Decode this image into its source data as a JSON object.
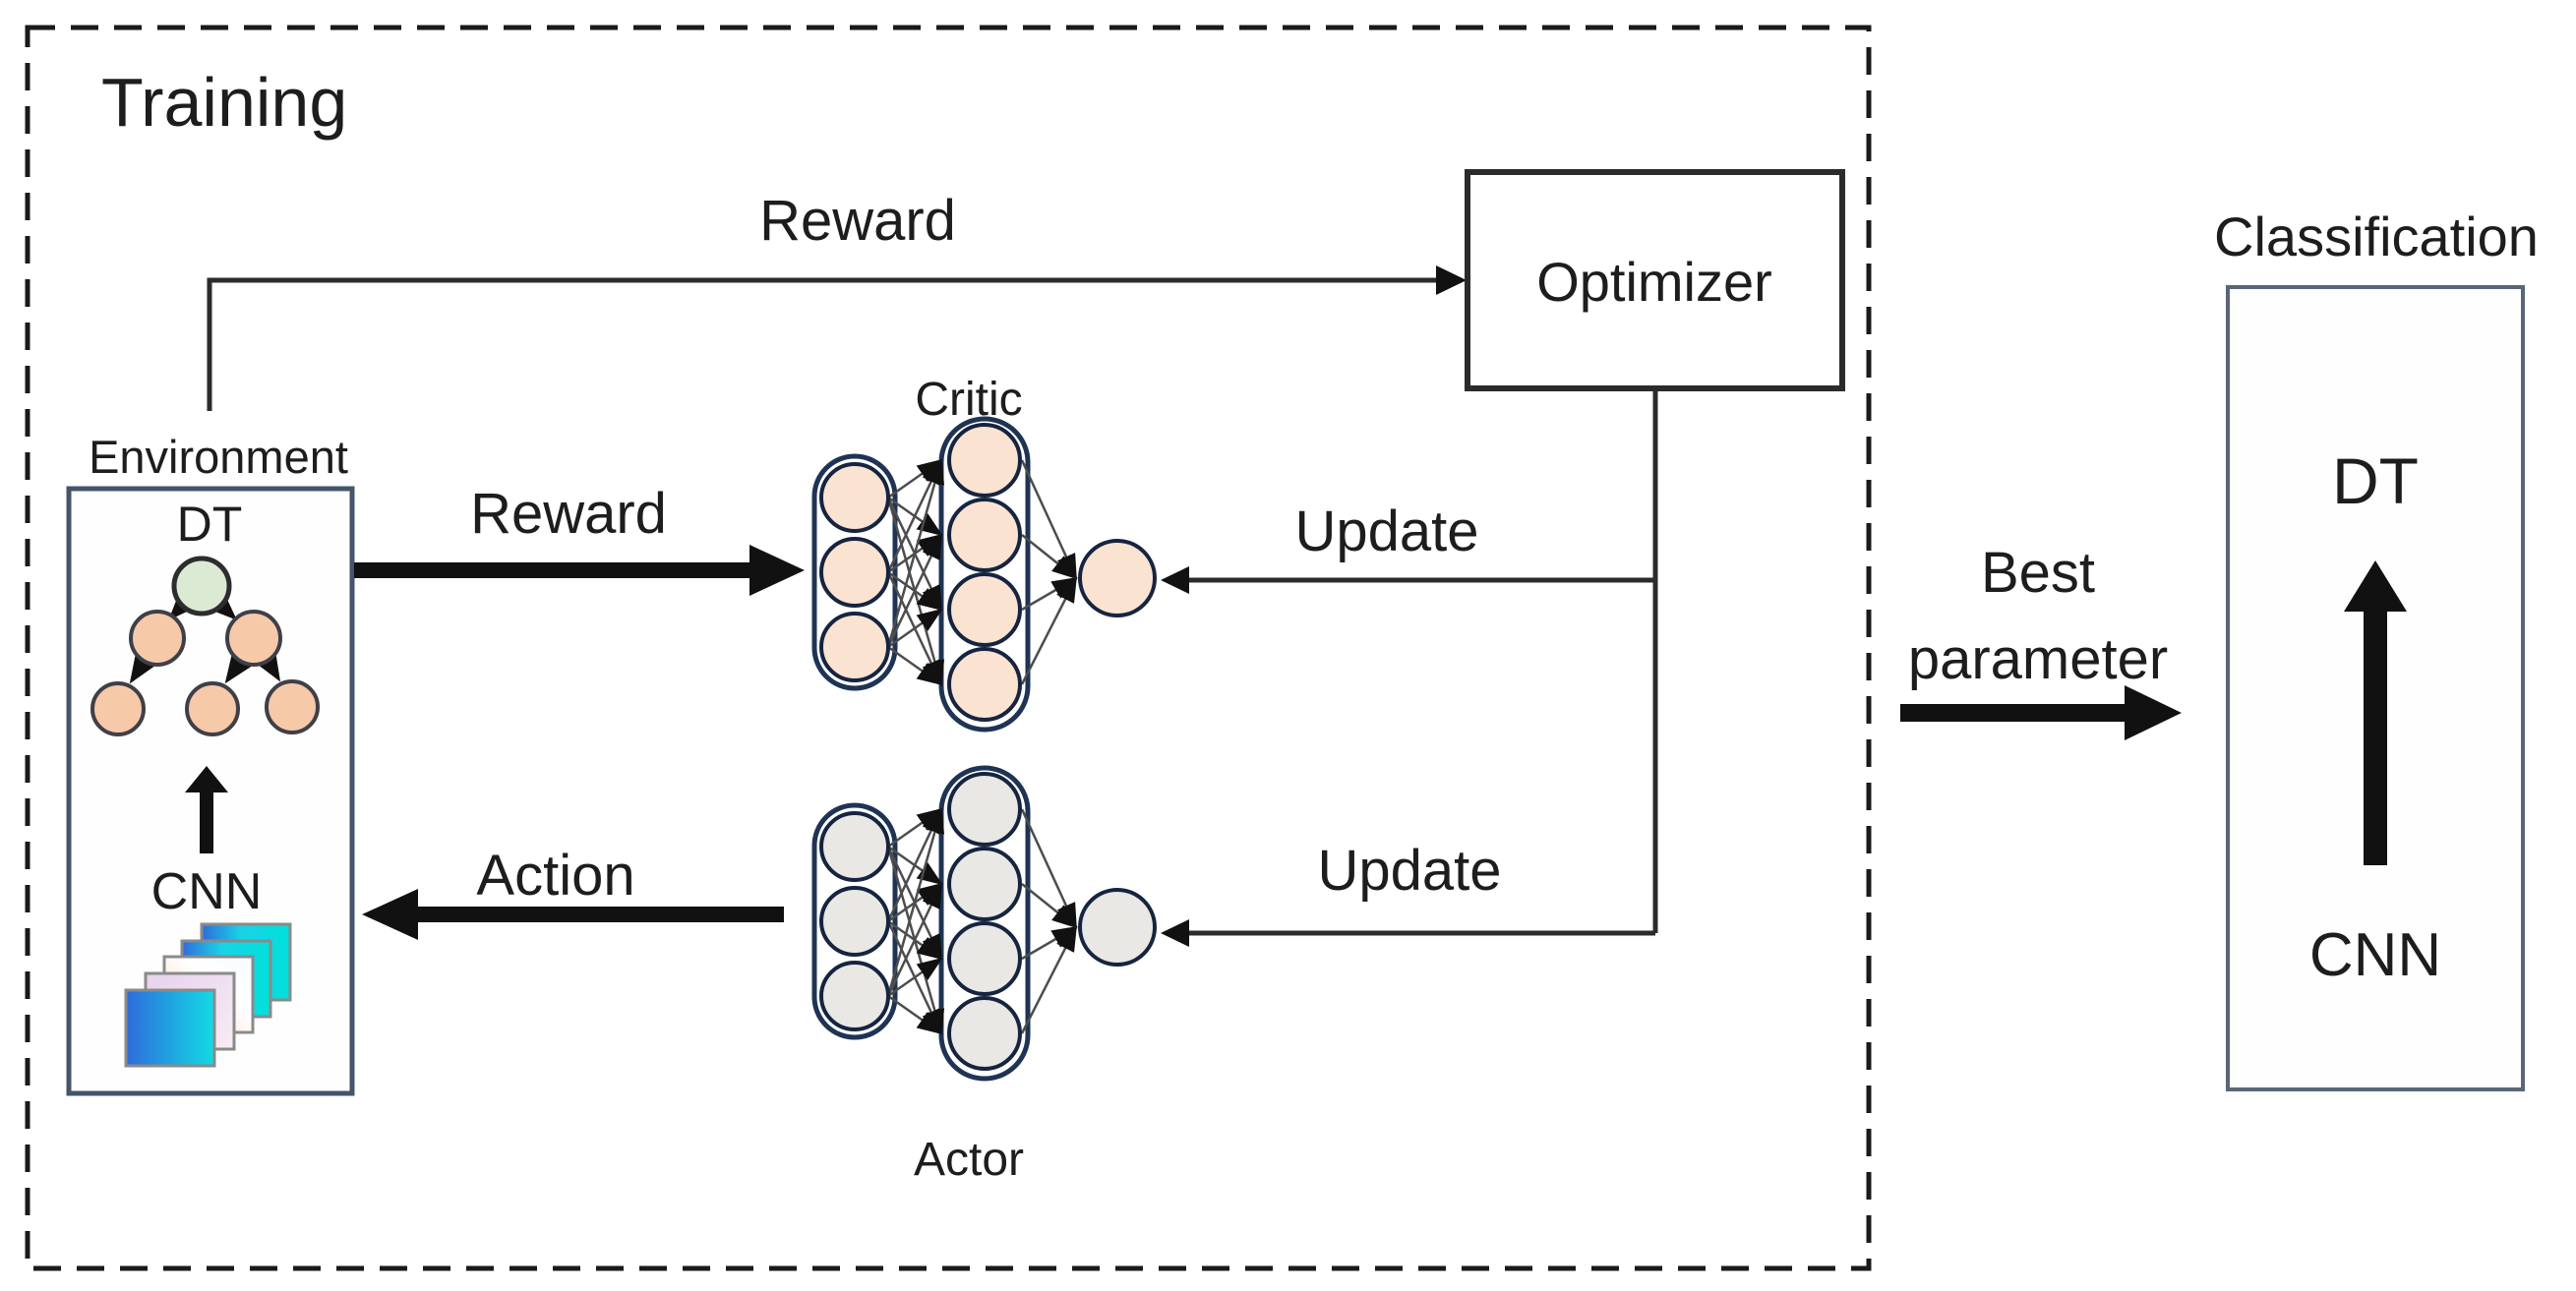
{
  "training": {
    "title": "Training",
    "reward_top_label": "Reward",
    "reward_mid_label": "Reward",
    "action_label": "Action",
    "update_critic_label": "Update",
    "update_actor_label": "Update",
    "optimizer_label": "Optimizer",
    "critic_label": "Critic",
    "actor_label": "Actor",
    "environment": {
      "label": "Environment",
      "dt_label": "DT",
      "cnn_label": "CNN"
    }
  },
  "transfer": {
    "best_parameter_line1": "Best",
    "best_parameter_line2": "parameter"
  },
  "classification": {
    "title": "Classification",
    "dt_label": "DT",
    "cnn_label": "CNN"
  },
  "colors": {
    "critic_node": "#fbe3d1",
    "actor_node": "#e9e8e4",
    "tree_root": "#dcead3",
    "tree_child": "#f6c9a8",
    "net_container_stroke": "#1f3454",
    "env_border": "#44546a",
    "class_border": "#5a6578",
    "line": "#2b2b2b",
    "arrow_black": "#111111",
    "stack_front_blue": "#2f6bdc",
    "stack_cyan": "#19d3e6",
    "stack_pink": "#ffd2c2",
    "stack_lavender": "#ead5ee"
  }
}
